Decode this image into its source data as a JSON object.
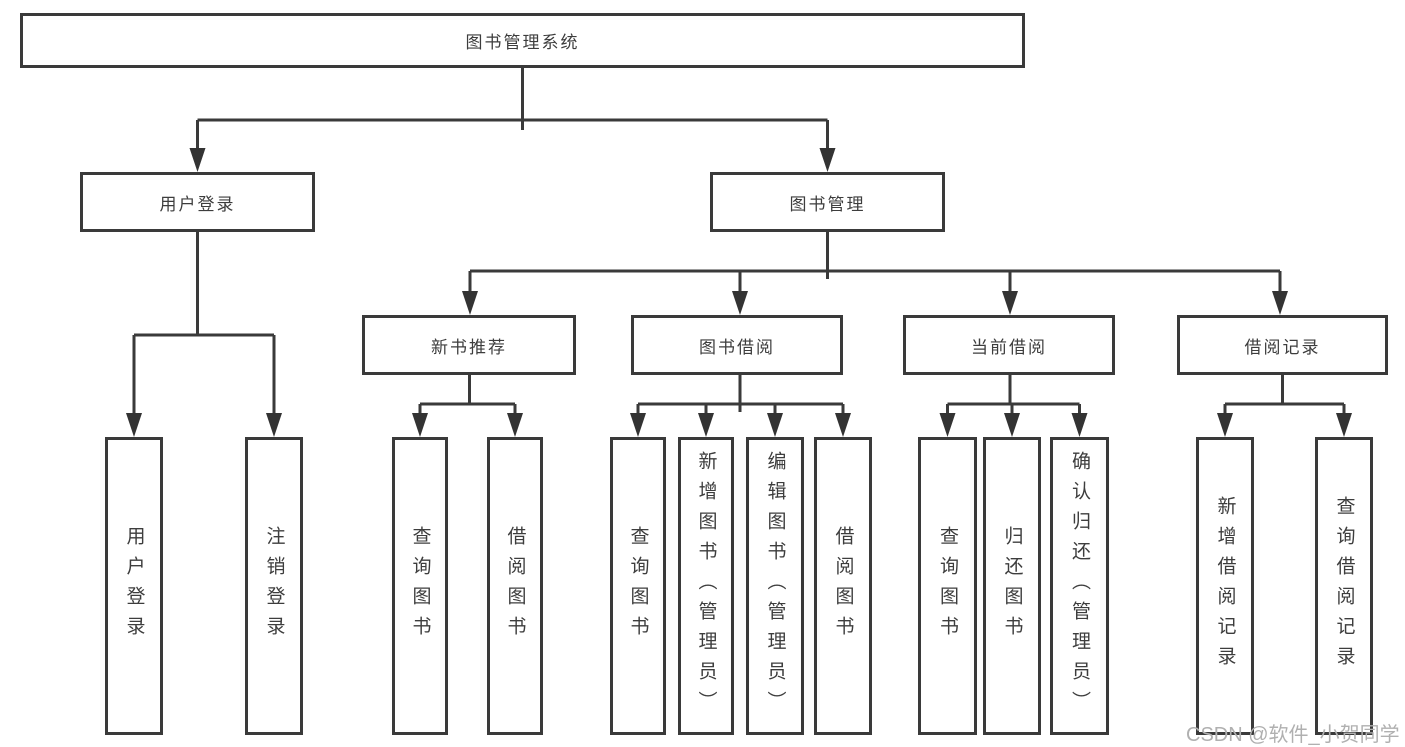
{
  "diagram_title": "图书管理系统",
  "nodes": {
    "root": "图书管理系统",
    "user_login": "用户登录",
    "book_mgmt": "图书管理",
    "new_book_rec": "新书推荐",
    "book_borrow": "图书借阅",
    "current_borrow": "当前借阅",
    "borrow_records": "借阅记录",
    "leaf_user_login": "用户登录",
    "leaf_logout": "注销登录",
    "leaf_query_book_1": "查询图书",
    "leaf_borrow_book_1": "借阅图书",
    "leaf_query_book_2": "查询图书",
    "leaf_add_book": "新增图书（管理员）",
    "leaf_edit_book": "编辑图书（管理员）",
    "leaf_borrow_book_2": "借阅图书",
    "leaf_query_book_3": "查询图书",
    "leaf_return_book": "归还图书",
    "leaf_confirm_return": "确认归还（管理员）",
    "leaf_add_record": "新增借阅记录",
    "leaf_query_record": "查询借阅记录"
  },
  "edges": [
    [
      "图书管理系统",
      "用户登录"
    ],
    [
      "图书管理系统",
      "图书管理"
    ],
    [
      "用户登录",
      "用户登录"
    ],
    [
      "用户登录",
      "注销登录"
    ],
    [
      "图书管理",
      "新书推荐"
    ],
    [
      "图书管理",
      "图书借阅"
    ],
    [
      "图书管理",
      "当前借阅"
    ],
    [
      "图书管理",
      "借阅记录"
    ],
    [
      "新书推荐",
      "查询图书"
    ],
    [
      "新书推荐",
      "借阅图书"
    ],
    [
      "图书借阅",
      "查询图书"
    ],
    [
      "图书借阅",
      "新增图书（管理员）"
    ],
    [
      "图书借阅",
      "编辑图书（管理员）"
    ],
    [
      "图书借阅",
      "借阅图书"
    ],
    [
      "当前借阅",
      "查询图书"
    ],
    [
      "当前借阅",
      "归还图书"
    ],
    [
      "当前借阅",
      "确认归还（管理员）"
    ],
    [
      "借阅记录",
      "新增借阅记录"
    ],
    [
      "借阅记录",
      "查询借阅记录"
    ]
  ],
  "watermark": "CSDN @软件_小贺同学",
  "colors": {
    "line": "#3a3a3a",
    "box_border": "#3a3a3a",
    "text": "#3d3d3d",
    "background": "#ffffff",
    "watermark": "#b0b0b0"
  }
}
